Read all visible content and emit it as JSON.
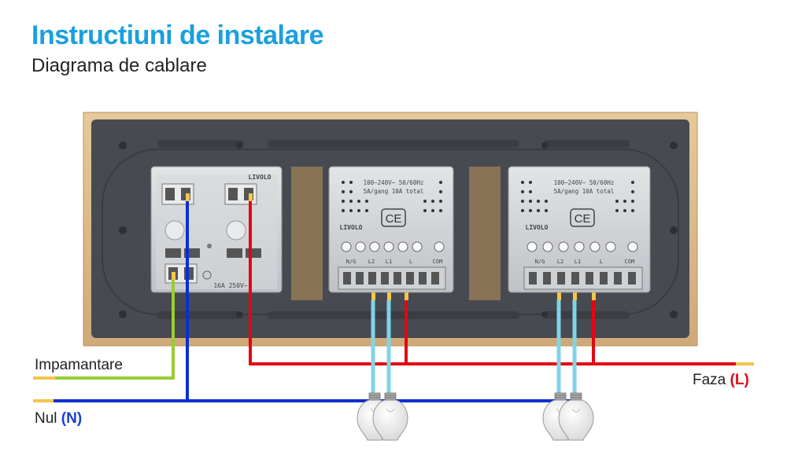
{
  "header": {
    "title": "Instructiuni de instalare",
    "subtitle": "Diagrama de cablare"
  },
  "labels": {
    "ground": "Impamantare",
    "neutral_prefix": "Nul ",
    "neutral_code": "(N)",
    "phase_prefix": "Faza ",
    "phase_code": "(L)"
  },
  "socket": {
    "brand": "LIVOLO",
    "rating": "16A 250V~"
  },
  "switch_modules": [
    {
      "rating_line1": "100~240V~ 50/60Hz",
      "rating_line2": "5A/gang 10A total",
      "brand": "LIVOLO",
      "ce_mark": "CE",
      "terminals": [
        "N/G",
        "L2",
        "L1",
        "L",
        "COM"
      ]
    },
    {
      "rating_line1": "100~240V~ 50/60Hz",
      "rating_line2": "5A/gang 10A total",
      "brand": "LIVOLO",
      "ce_mark": "CE",
      "terminals": [
        "N/G",
        "L2",
        "L1",
        "L",
        "COM"
      ]
    }
  ],
  "colors": {
    "title": "#1aa0de",
    "frame_gold": "#d9b98a",
    "plate_dark": "#4a4d54",
    "wire_phase": "#e30613",
    "wire_neutral": "#0a2fd0",
    "wire_ground": "#9acd32",
    "wire_load": "#7fd4e8",
    "neutral_label": "#1a3fd0",
    "phase_label": "#e30613"
  },
  "icons": [
    "light-bulb-icon",
    "ce-mark-icon"
  ]
}
